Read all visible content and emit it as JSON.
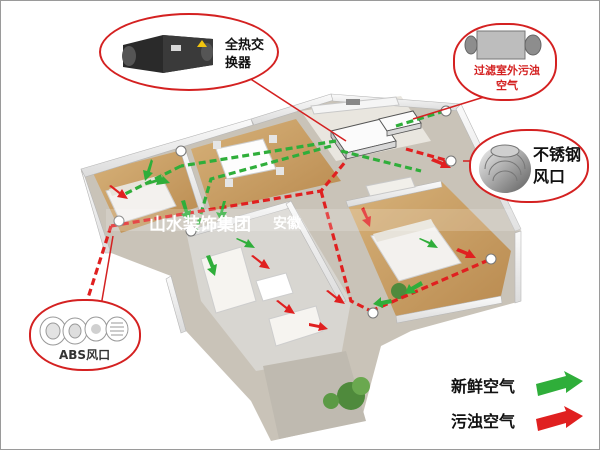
{
  "callouts": {
    "heat_exchanger": "全热交\n换器",
    "filter_unit": "过滤室外污浊\n空气",
    "stainless_vent": "不锈钢\n风口",
    "abs_vent": "ABS风口"
  },
  "legend": {
    "fresh_air": "新鲜空气",
    "dirty_air": "污浊空气"
  },
  "watermark": {
    "company": "山水装饰集团",
    "slogan": "安徽"
  },
  "colors": {
    "fresh_arrow": "#2fae3a",
    "dirty_arrow": "#e02020",
    "callout_border": "#d42121"
  }
}
